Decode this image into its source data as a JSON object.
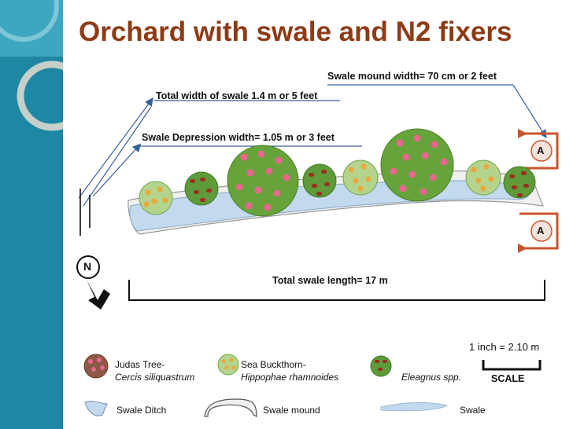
{
  "title": "Orchard with swale and N2 fixers",
  "labels": {
    "mound_width": "Swale mound width= 70 cm or 2 feet",
    "total_width": "Total width of swale 1.4 m or 5 feet",
    "depression_width": "Swale Depression width= 1.05 m or 3 feet",
    "total_length": "Total swale length= 17 m",
    "section_marker": "A",
    "north": "N"
  },
  "legend": {
    "judas_tree": {
      "common": "Judas Tree-",
      "latin": "Cercis siliquastrum"
    },
    "sea_buckthorn": {
      "common": "Sea Buckthorn-",
      "latin": "Hippophae rhamnoides"
    },
    "eleagnus": {
      "latin": "Eleagnus spp."
    },
    "swale_ditch": "Swale Ditch",
    "swale_mound": "Swale mound",
    "swale": "Swale",
    "scale_ratio": "1 inch = 2.10 m",
    "scale_label": "SCALE"
  },
  "colors": {
    "sidebar": "#1f86a3",
    "title": "#8e3b15",
    "foliage": "#66a33b",
    "judas_blossom": "#e8678e",
    "buckthorn_fruit": "#e9a83a",
    "eleagnus_fruit": "#9b2e1e",
    "swale": "#c2d9ee",
    "arrow": "#3b5f9d",
    "section_marker": "#c9542c"
  }
}
